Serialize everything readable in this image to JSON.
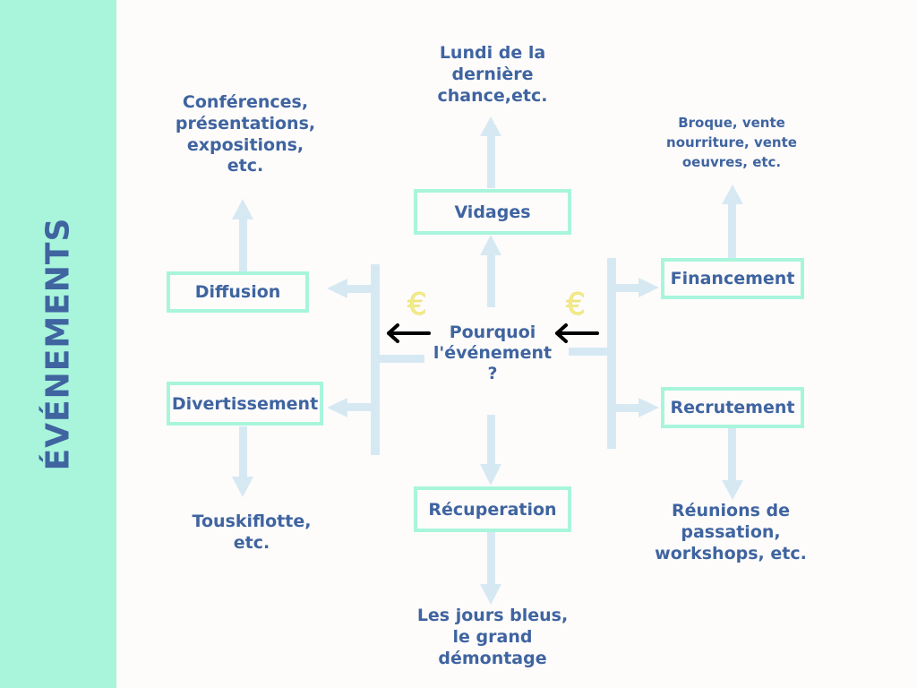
{
  "sidebar": {
    "title": "ÉVÉNEMENTS",
    "color": "#a8f5dc",
    "text_color": "#3f64a0"
  },
  "center": {
    "lines": [
      "Pourquoi",
      "l'événement",
      "?"
    ]
  },
  "categories": {
    "vidages": "Vidages",
    "recuperation": "Récuperation",
    "diffusion": "Diffusion",
    "divertissement": "Divertissement",
    "financement": "Financement",
    "recrutement": "Recrutement"
  },
  "examples": {
    "vidages": [
      "Lundi de la",
      "dernière",
      "chance,etc."
    ],
    "recuperation": [
      "Les jours bleus,",
      "le grand",
      "démontage"
    ],
    "diffusion": [
      "Conférences,",
      "présentations,",
      "expositions,",
      "etc."
    ],
    "divertissement": [
      "Touskiflotte,",
      "etc."
    ],
    "financement": [
      "Broque, vente",
      "nourriture, vente",
      "oeuvres, etc."
    ],
    "recrutement": [
      "Réunions de",
      "passation,",
      "workshops, etc."
    ]
  },
  "icons": {
    "euro_left": "€",
    "euro_right": "€"
  },
  "colors": {
    "arrow": "#d6e9f3",
    "box_border": "#a8f5dc",
    "text": "#3f64a0",
    "euro": "#f4ec8a",
    "pointer_arrow": "#000000"
  }
}
